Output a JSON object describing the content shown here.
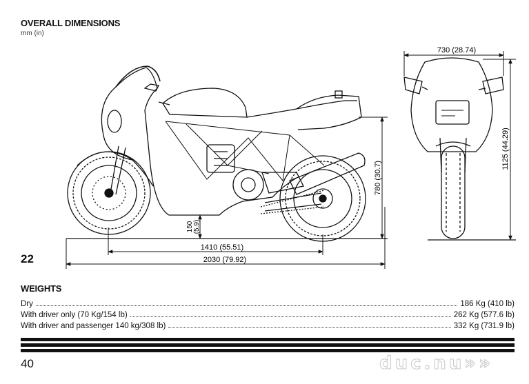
{
  "header": {
    "title": "OVERALL DIMENSIONS",
    "units": "mm (in)"
  },
  "figure": {
    "number": "22",
    "dimensions": {
      "width": "730 (28.74)",
      "total_height": "1125 (44.29)",
      "seat_height": "780 (30.7)",
      "ground_clearance_mm": "150",
      "ground_clearance_in": "(5.9)",
      "wheelbase": "1410 (55.51)",
      "overall_length": "2030 (79.92)"
    }
  },
  "weights": {
    "title": "WEIGHTS",
    "rows": [
      {
        "label": "Dry",
        "value": "186 Kg (410 lb)"
      },
      {
        "label": "With driver only (70 Kg/154 lb)",
        "value": "262 Kg (577.6 lb)"
      },
      {
        "label": "With driver and passenger 140 kg/308 lb)",
        "value": "332 Kg (731.9 lb)"
      }
    ]
  },
  "footer": {
    "page_number": "40",
    "watermark": "duc.nu»»"
  }
}
